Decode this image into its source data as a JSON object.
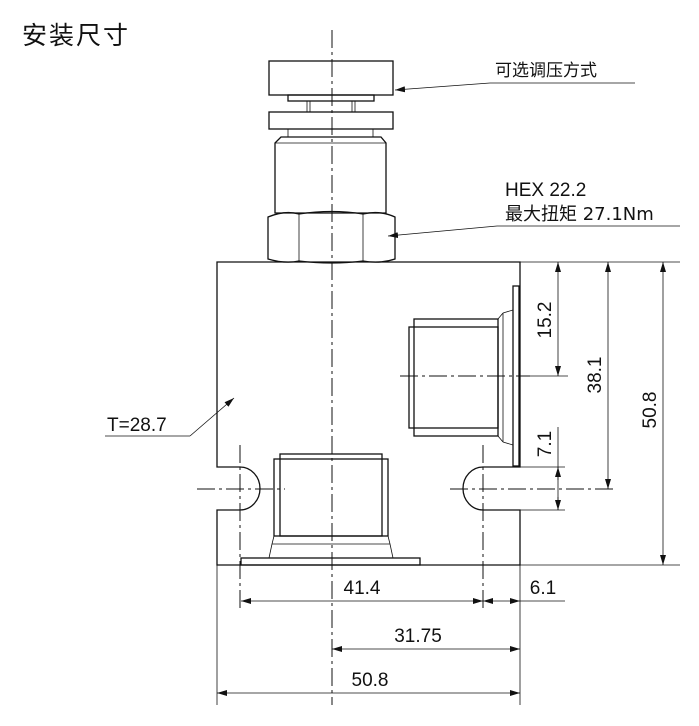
{
  "title": "安装尺寸",
  "callouts": {
    "adjust": "可选调压方式",
    "hex": "HEX 22.2",
    "torque": "最大扭矩 27.1Nm",
    "thickness": "T=28.7"
  },
  "dimensions": {
    "port_offset": "15.2",
    "hole_to_port": "38.1",
    "height": "50.8",
    "hole_offset": "7.1",
    "hole_spacing": "41.4",
    "hole_edge": "6.1",
    "center_offset": "31.75",
    "width": "50.8"
  }
}
